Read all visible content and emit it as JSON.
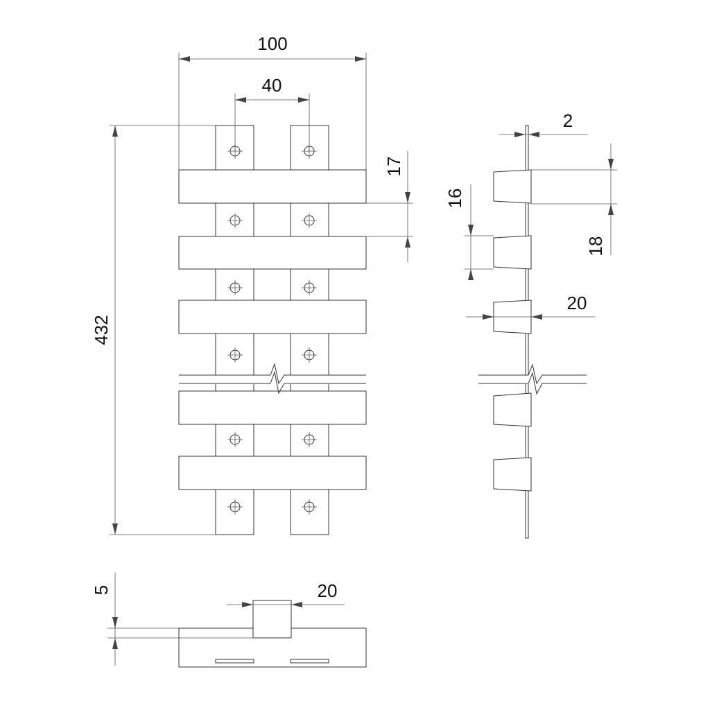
{
  "dimensions": {
    "overall_width": "100",
    "bolt_spacing": "40",
    "overall_height": "432",
    "slat_thickness": "17",
    "backing_thickness": "2",
    "tooth_height": "16",
    "tooth_pitch": "18",
    "tooth_depth": "20",
    "base_thickness": "5",
    "cleat_width": "20"
  },
  "colors": {
    "line": "#333333",
    "text": "#111111",
    "background": "#ffffff"
  }
}
